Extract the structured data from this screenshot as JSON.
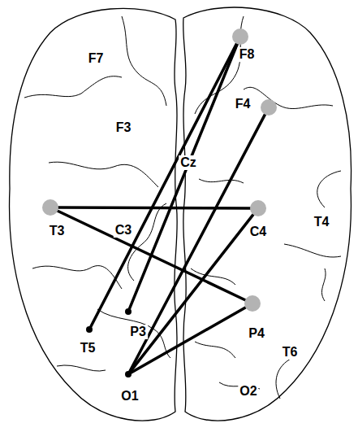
{
  "diagram": {
    "nodes": [
      {
        "text": [
          "F8"
        ]
      },
      {
        "text": [
          "F4"
        ]
      },
      {
        "text": [
          "T3"
        ]
      },
      {
        "text": [
          "C4"
        ]
      },
      {
        "text": [
          "P4"
        ]
      },
      {
        "text": [
          "T5"
        ]
      },
      {
        "text": [
          "P3"
        ]
      },
      {
        "text": [
          "O1"
        ]
      }
    ],
    "edges": [
      {
        "from": 0,
        "to": 5,
        "arrow": "none"
      },
      {
        "from": 0,
        "to": 6,
        "arrow": "none"
      },
      {
        "from": 1,
        "to": 7,
        "arrow": "none"
      },
      {
        "from": 2,
        "to": 3,
        "arrow": "none"
      },
      {
        "from": 2,
        "to": 4,
        "arrow": "none"
      },
      {
        "from": 3,
        "to": 7,
        "arrow": "none"
      },
      {
        "from": 4,
        "to": 7,
        "arrow": "none"
      }
    ],
    "labels": [
      "F7",
      "F3",
      "Cz",
      "C3",
      "T4",
      "T6",
      "O2"
    ]
  }
}
